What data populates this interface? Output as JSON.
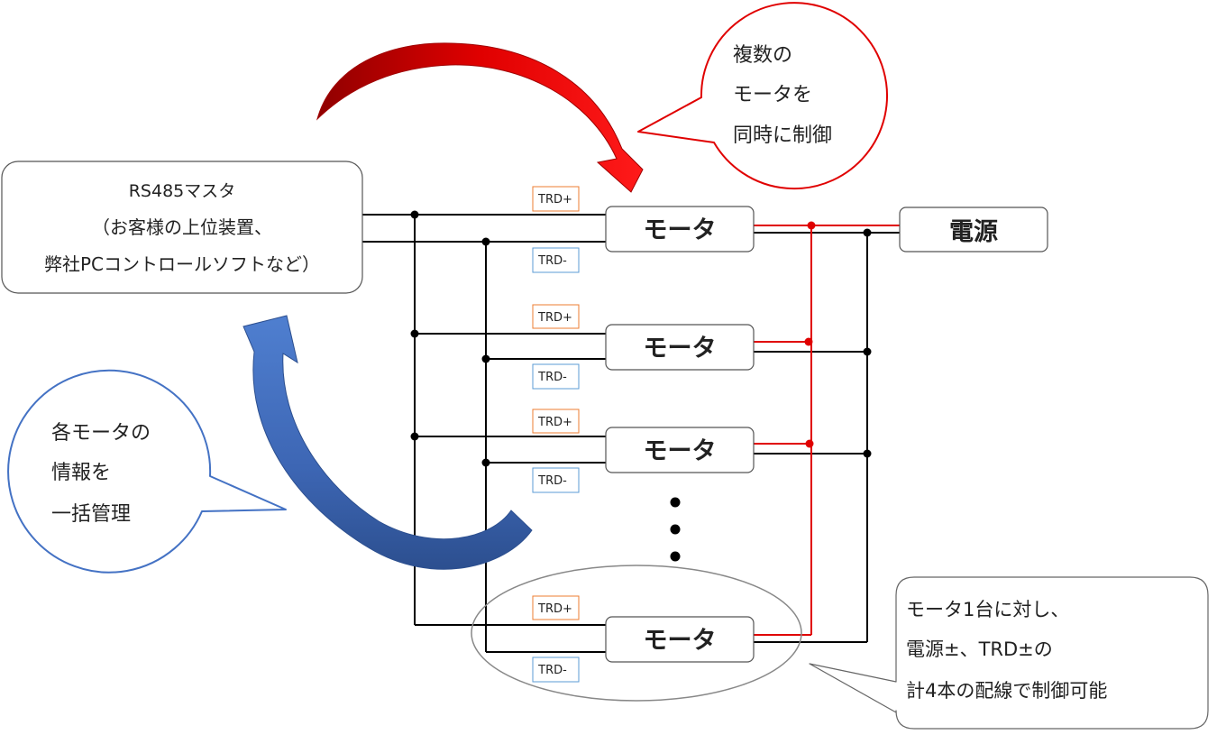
{
  "master": {
    "line1": "RS485マスタ",
    "line2": "（お客様の上位装置、",
    "line3": "弊社PCコントロールソフトなど）"
  },
  "power": {
    "label": "電源"
  },
  "motors": [
    {
      "label": "モータ",
      "trd_plus": "TRD+",
      "trd_minus": "TRD-"
    },
    {
      "label": "モータ",
      "trd_plus": "TRD+",
      "trd_minus": "TRD-"
    },
    {
      "label": "モータ",
      "trd_plus": "TRD+",
      "trd_minus": "TRD-"
    },
    {
      "label": "モータ",
      "trd_plus": "TRD+",
      "trd_minus": "TRD-"
    }
  ],
  "callouts": {
    "red": [
      "複数の",
      "モータを",
      "同時に制御"
    ],
    "blue": [
      "各モータの",
      "情報を",
      "一括管理"
    ],
    "note": [
      "モータ1台に対し、",
      "電源±、TRD±の",
      "計4本の配線で制御可能"
    ]
  },
  "colors": {
    "red_arrow": "#c00000",
    "blue_arrow": "#4472c4",
    "trd_plus_border": "#ed7d31",
    "trd_minus_border": "#5b9bd5",
    "power_line": "#e00000"
  }
}
